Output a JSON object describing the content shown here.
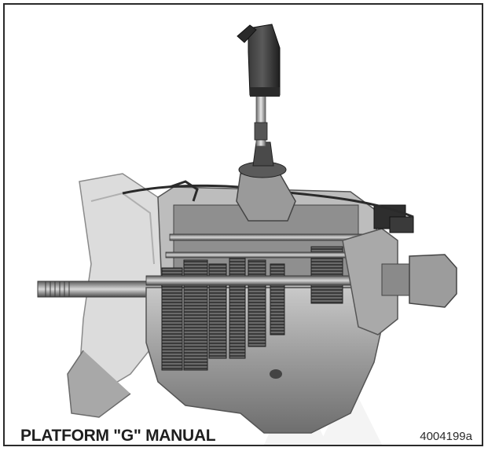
{
  "figure": {
    "caption": "PLATFORM \"G\" MANUAL",
    "figure_number": "4004199a",
    "subject_icon": "manual-transmission-cutaway-illustration"
  }
}
